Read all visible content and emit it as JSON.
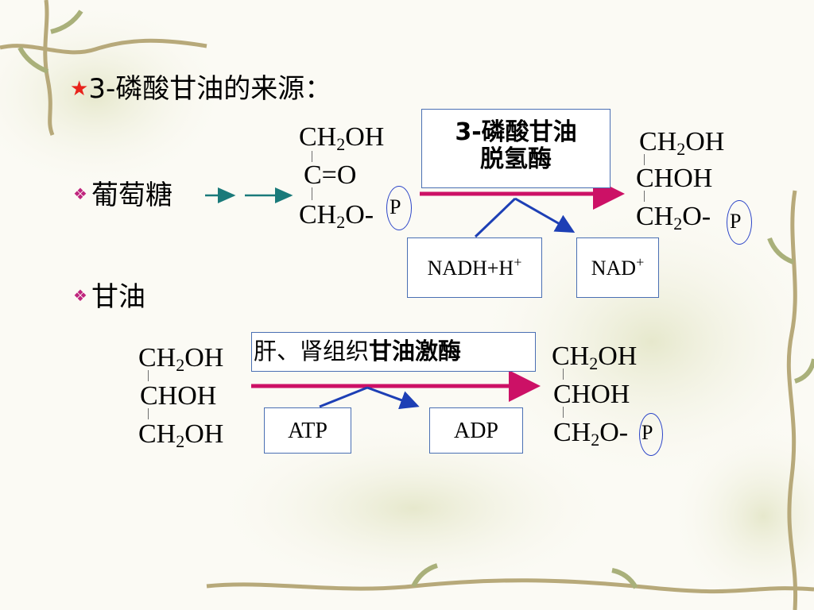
{
  "title": {
    "star": "★",
    "text": "3-磷酸甘油的来源："
  },
  "bullets": [
    {
      "symbol": "❖",
      "text": "葡萄糖"
    },
    {
      "symbol": "❖",
      "text": "甘油"
    }
  ],
  "reaction1": {
    "reactant": [
      "CH",
      "2",
      "OH",
      "C=O",
      "CH",
      "2",
      "O-"
    ],
    "enzyme_line1": "3-磷酸甘油",
    "enzyme_line2": "脱氢酶",
    "cofactor_in": {
      "base": "NADH+H",
      "sup": "+"
    },
    "cofactor_out": {
      "base": "NAD",
      "sup": "+"
    },
    "product": [
      "CH",
      "2",
      "OH",
      "CHOH",
      "CH",
      "2",
      "O-"
    ],
    "phosphate": "P"
  },
  "reaction2": {
    "reactant": [
      "CH",
      "2",
      "OH",
      "CHOH",
      "CH",
      "2",
      "OH"
    ],
    "enzyme_prefix": "肝、肾组织",
    "enzyme_name": "甘油激酶",
    "cofactor_in": "ATP",
    "cofactor_out": "ADP",
    "product": [
      "CH",
      "2",
      "OH",
      "CHOH",
      "CH",
      "2",
      "O-"
    ],
    "phosphate": "P"
  },
  "colors": {
    "star": "#e8231b",
    "bullet": "#c0257e",
    "main_arrow": "#cc1166",
    "small_arrow": "#1a7a7a",
    "branch_arrow": "#1d3fb5",
    "box_border": "#4a6fb3",
    "circle": "#2b44c8"
  }
}
